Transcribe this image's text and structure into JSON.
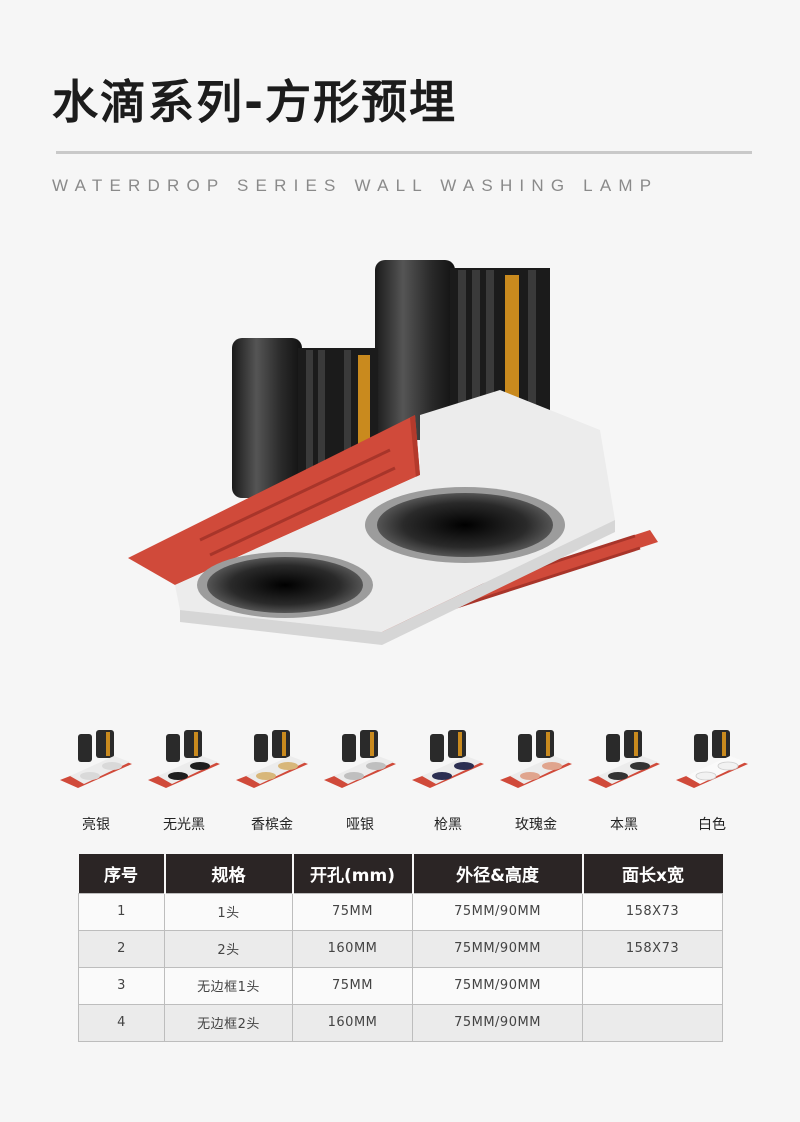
{
  "header": {
    "title": "水滴系列-方形预埋",
    "subtitle": "WATERDROP SERIES WALL WASHING LAMP"
  },
  "colors": {
    "frame_red": "#d04a3a",
    "body_white": "#ececec",
    "housing_black": "#2a2a2a",
    "accent_gold": "#c98a1e",
    "table_header": "#2b2525"
  },
  "finishes": [
    {
      "label": "亮银",
      "reflector": "#d9d9d9"
    },
    {
      "label": "无光黑",
      "reflector": "#1e1e1e"
    },
    {
      "label": "香槟金",
      "reflector": "#d8b77a"
    },
    {
      "label": "哑银",
      "reflector": "#bfbfbf"
    },
    {
      "label": "枪黑",
      "reflector": "#2c2f52"
    },
    {
      "label": "玫瑰金",
      "reflector": "#e0a58e"
    },
    {
      "label": "本黑",
      "reflector": "#333333"
    },
    {
      "label": "白色",
      "reflector": "#f2f2f2"
    }
  ],
  "spec_table": {
    "headers": [
      "序号",
      "规格",
      "开孔(mm)",
      "外径&高度",
      "面长x宽"
    ],
    "rows": [
      [
        "1",
        "1头",
        "75MM",
        "75MM/90MM",
        "158X73"
      ],
      [
        "2",
        "2头",
        "160MM",
        "75MM/90MM",
        "158X73"
      ],
      [
        "3",
        "无边框1头",
        "75MM",
        "75MM/90MM",
        ""
      ],
      [
        "4",
        "无边框2头",
        "160MM",
        "75MM/90MM",
        ""
      ]
    ]
  }
}
